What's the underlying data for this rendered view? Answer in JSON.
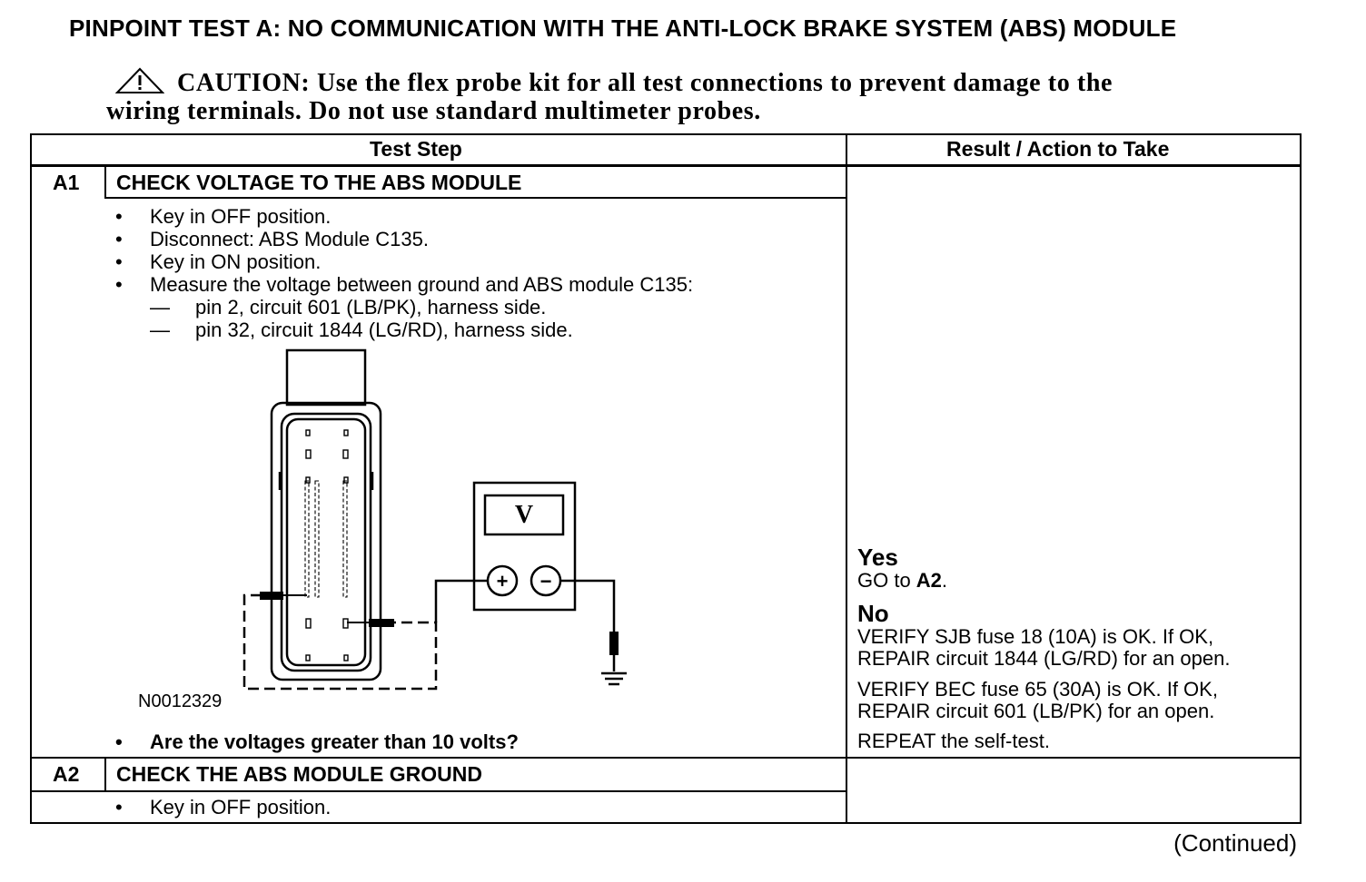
{
  "title": "PINPOINT TEST  A: NO COMMUNICATION WITH THE ANTI-LOCK BRAKE SYSTEM (ABS) MODULE",
  "caution": {
    "icon": "warning-triangle-icon",
    "line1": "CAUTION: Use the flex probe kit for all test connections to prevent damage to the",
    "line2": "wiring terminals. Do not use standard multimeter probes."
  },
  "table": {
    "col_test_step": "Test Step",
    "col_result": "Result / Action to Take",
    "step_a1": {
      "id": "A1",
      "heading": "CHECK VOLTAGE TO THE ABS MODULE",
      "bullets": [
        "Key in OFF position.",
        "Disconnect: ABS Module C135.",
        "Key in ON position.",
        "Measure the voltage between ground and ABS module C135:"
      ],
      "sub_bullets": [
        "pin 2, circuit 601 (LB/PK), harness side.",
        "pin 32, circuit 1844 (LG/RD), harness side."
      ],
      "bullet_char": "•",
      "dash_char": "—",
      "figure_id": "N0012329",
      "meter_label": "V",
      "meter_plus": "+",
      "meter_minus": "−",
      "question": "Are the voltages greater than 10 volts?",
      "result": {
        "yes_label": "Yes",
        "yes_text_prefix": "GO to ",
        "yes_text_target": "A2",
        "yes_text_suffix": ".",
        "no_label": "No",
        "no_lines": [
          "VERIFY SJB fuse 18 (10A) is OK. If OK,",
          "REPAIR circuit 1844 (LG/RD) for an open.",
          "VERIFY BEC fuse 65 (30A) is OK. If OK,",
          "REPAIR circuit 601 (LB/PK) for an open.",
          "REPEAT the self-test."
        ]
      }
    },
    "step_a2": {
      "id": "A2",
      "heading": "CHECK THE ABS MODULE GROUND",
      "bullets": [
        "Key in OFF position."
      ]
    }
  },
  "continued": "(Continued)"
}
